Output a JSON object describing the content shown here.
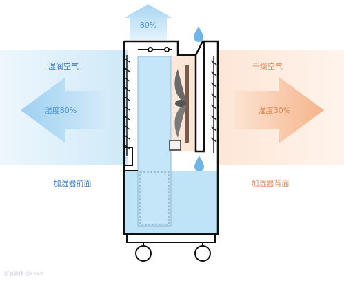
{
  "diagram": {
    "top_indicator": "80%",
    "left": {
      "air_label": "湿润空气",
      "humidity_label": "湿度80%",
      "side_label": "加湿器前面"
    },
    "right": {
      "air_label": "干燥空气",
      "humidity_label": "湿度30%",
      "side_label": "加湿器背面"
    },
    "watermark": "新浪微博 @XXXX",
    "colors": {
      "humid_blue": "#3a78c4",
      "dry_orange": "#e08a55",
      "water": "#bfe3f7"
    }
  }
}
